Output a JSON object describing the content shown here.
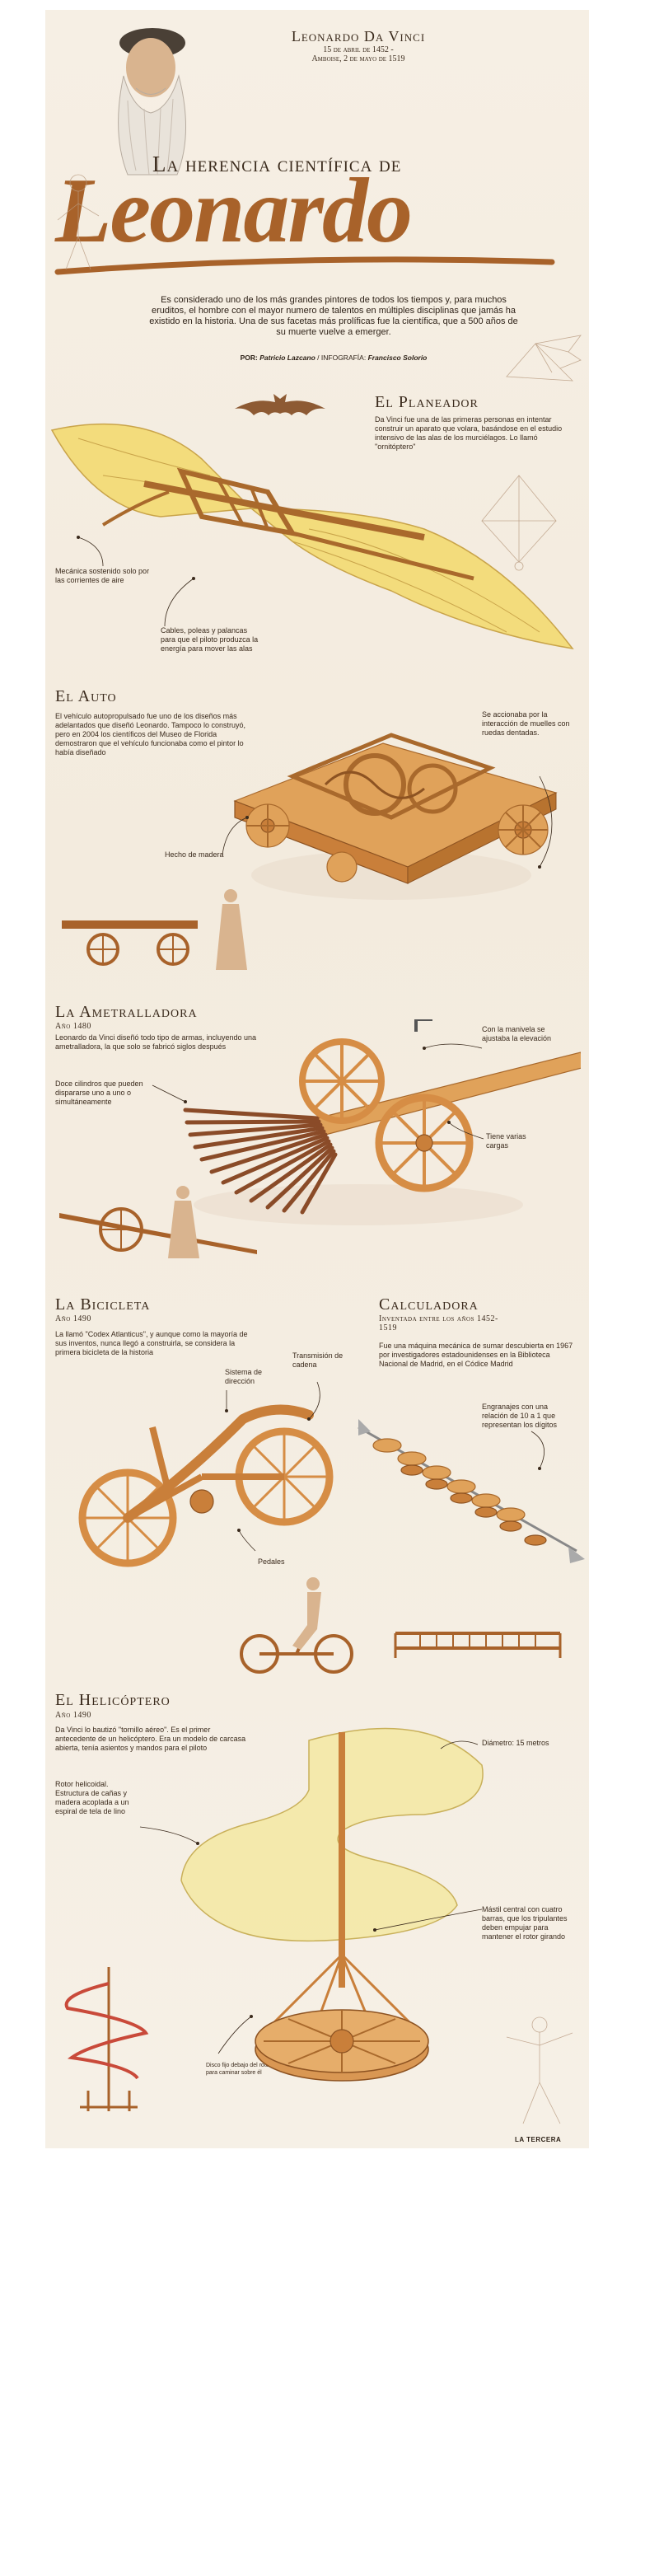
{
  "header": {
    "name": "Leonardo Da Vinci",
    "born": "15 de abril de 1452 -",
    "died": "Amboise, 2 de mayo de 1519",
    "title_small": "La herencia científica de",
    "title_big": "Leonardo",
    "intro": "Es considerado uno de los más grandes pintores de todos los tiempos y, para muchos eruditos, el hombre con el mayor numero de talentos en múltiples disciplinas que jamás ha existido en la historia. Una de sus facetas más prolíficas fue la científica, que a 500 años de su muerte vuelve a emerger.",
    "credits_by": "POR:",
    "credits_author": "Patricio Lazcano",
    "credits_sep": "/ INFOGRAFÍA:",
    "credits_designer": "Francisco Solorio"
  },
  "planeador": {
    "title": "El Planeador",
    "text": "Da Vinci fue una de las primeras personas en intentar construir un aparato que volara, basándose en el estudio intensivo de las alas de los murciélagos. Lo llamó \"ornitóptero\"",
    "label_mecanica": "Mecánica sostenido solo por las corrientes de aire",
    "label_cables": "Cables, poleas y palancas para que el piloto produzca la energía para mover las alas"
  },
  "auto": {
    "title": "El Auto",
    "text": "El vehículo autopropulsado fue uno de los diseños más adelantados que diseñó Leonardo. Tampoco lo construyó, pero en 2004 los científicos del Museo de Florida demostraron que el vehículo funcionaba como el pintor lo había diseñado",
    "label_accion": "Se accionaba por la interacción de muelles con ruedas dentadas.",
    "label_madera": "Hecho de madera"
  },
  "ametralladora": {
    "title": "La Ametralladora",
    "year": "Año 1480",
    "text": "Leonardo da Vinci diseñó todo tipo de armas, incluyendo una ametralladora, la que solo se fabricó siglos después",
    "label_manivela": "Con la manivela se ajustaba la elevación",
    "label_cilindros": "Doce cilindros que pueden dispararse uno a uno o simultáneamente",
    "label_cargas": "Tiene varias cargas"
  },
  "bicicleta": {
    "title": "La Bicicleta",
    "year": "Año 1490",
    "text": "La llamó \"Codex Atlanticus\", y aunque como la mayoría de sus inventos, nunca llegó a construirla, se considera la primera bicicleta de la historia",
    "label_direccion": "Sistema de dirección",
    "label_transmision": "Transmisión de cadena",
    "label_pedales": "Pedales"
  },
  "calculadora": {
    "title": "Calculadora",
    "year": "Inventada entre los años 1452-1519",
    "text": "Fue una máquina mecánica de sumar descubierta en 1967 por investigadores estadounidenses en la Biblioteca Nacional de Madrid, en el Códice Madrid",
    "label_engranajes": "Engranajes con una relación de 10 a 1 que representan los dígitos"
  },
  "helicoptero": {
    "title": "El Helicóptero",
    "year": "Año 1490",
    "text": "Da Vinci lo bautizó \"tornillo aéreo\". Es el primer antecedente de un helicóptero. Era un modelo de carcasa abierta, tenía asientos y mandos para el piloto",
    "label_diametro": "Diámetro: 15 metros",
    "label_rotor": "Rotor helicoidal. Estructura de cañas y madera acoplada a un espiral de tela de lino",
    "label_mastil": "Mástil central con cuatro barras, que los tripulantes deben empujar para mantener el rotor girando",
    "label_disco": "Disco fijo debajo del rotor para caminar sobre él"
  },
  "footer": {
    "brand": "LA TERCERA"
  },
  "colors": {
    "brown_title": "#a8622a",
    "wood": "#e0a25a",
    "wing": "#f3dc7c",
    "paper": "#f6efe4"
  }
}
